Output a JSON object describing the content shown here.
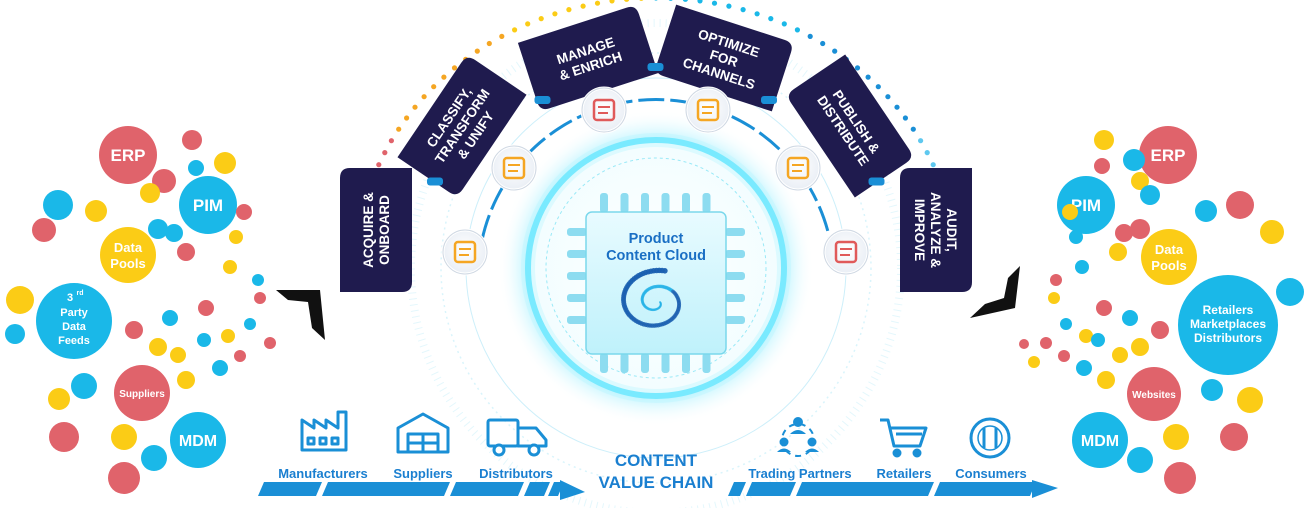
{
  "core": {
    "line1": "Product",
    "line2": "Content Cloud"
  },
  "stages": [
    {
      "lines": [
        "ACQUIRE &",
        "ONBOARD"
      ]
    },
    {
      "lines": [
        "CLASSIFY,",
        "TRANSFORM",
        "& UNIFY"
      ]
    },
    {
      "lines": [
        "MANAGE",
        "& ENRICH"
      ]
    },
    {
      "lines": [
        "OPTIMIZE",
        "FOR",
        "CHANNELS"
      ]
    },
    {
      "lines": [
        "PUBLISH &",
        "DISTRIBUTE"
      ]
    },
    {
      "lines": [
        "AUDIT,",
        "ANALYZE &",
        "IMPROVE"
      ]
    }
  ],
  "value_chain": {
    "line1": "CONTENT",
    "line2": "VALUE CHAIN",
    "upstream": [
      "Manufacturers",
      "Suppliers",
      "Distributors"
    ],
    "downstream": [
      "Trading Partners",
      "Retailers",
      "Consumers"
    ]
  },
  "sources": {
    "erp": "ERP",
    "pim": "PIM",
    "data_pools": [
      "Data",
      "Pools"
    ],
    "third_party": {
      "sup_base": "3",
      "sup": "rd",
      "lines": [
        "Party",
        "Data",
        "Feeds"
      ]
    },
    "suppliers": "Suppliers",
    "mdm": "MDM"
  },
  "destinations": {
    "erp": "ERP",
    "pim": "PIM",
    "data_pools": [
      "Data",
      "Pools"
    ],
    "retailers": [
      "Retailers",
      "Marketplaces",
      "Distributors"
    ],
    "websites": "Websites",
    "mdm": "MDM"
  },
  "colors": {
    "navy": "#1f1b4e",
    "blue": "#1a8fd6",
    "cyan": "#1ab8e8",
    "red": "#e0636b",
    "yellow": "#fbcc16",
    "orange": "#f5a623",
    "glow": "#4fe3ff"
  }
}
